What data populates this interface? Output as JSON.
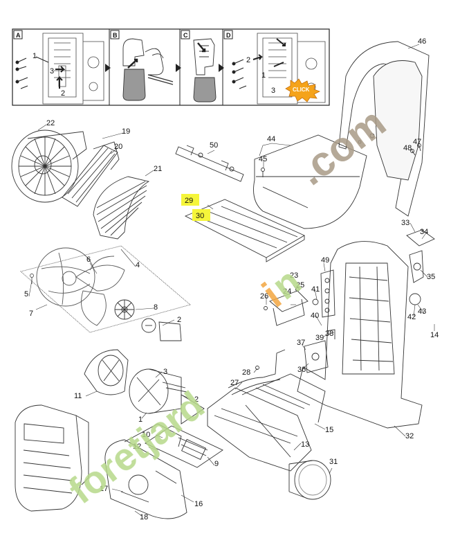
{
  "steps": [
    {
      "letter": "A",
      "callouts": [
        "1",
        "3",
        "2"
      ]
    },
    {
      "letter": "B",
      "callouts": []
    },
    {
      "letter": "C",
      "callouts": []
    },
    {
      "letter": "D",
      "callouts": [
        "2",
        "1",
        "3"
      ],
      "badge": "CLICK"
    }
  ],
  "part_numbers": [
    "1",
    "2",
    "3",
    "4",
    "5",
    "6",
    "7",
    "8",
    "9",
    "10",
    "11",
    "12",
    "13",
    "14",
    "15",
    "16",
    "17",
    "18",
    "19",
    "20",
    "21",
    "22",
    "23",
    "24",
    "25",
    "26",
    "27",
    "28",
    "29",
    "30",
    "31",
    "32",
    "33",
    "34",
    "35",
    "36",
    "37",
    "38",
    "39",
    "40",
    "41",
    "42",
    "43",
    "44",
    "45",
    "46",
    "47",
    "48",
    "49",
    "50"
  ],
  "highlighted_parts": [
    "29",
    "30"
  ],
  "colors": {
    "line": "#222222",
    "highlight": "#f5f53a",
    "click_badge": "#f5a31a",
    "watermark_green": "#b6d98a",
    "watermark_orange": "#f2a640",
    "watermark_brown": "#a89a86"
  },
  "watermark": {
    "green_part": "foretjard",
    "orange_part": "i",
    "green_part2": "n",
    "brown_part": ".com"
  }
}
